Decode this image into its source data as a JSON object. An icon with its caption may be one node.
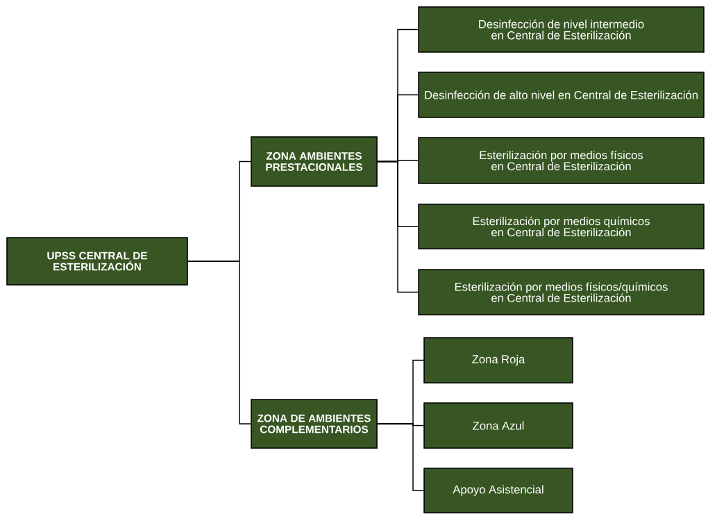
{
  "diagram": {
    "nodes": [
      {
        "text": [
          "UPSS CENTRAL DE ESTERILIZACIÓN"
        ]
      },
      {
        "text": [
          "ZONA AMBIENTES PRESTACIONALES"
        ]
      },
      {
        "text": [
          "ZONA DE AMBIENTES COMPLEMENTARIOS"
        ]
      },
      {
        "text": [
          "Desinfección de nivel intermedio en Central de Esterilización"
        ]
      },
      {
        "text": [
          "Desinfección de alto nivel en Central de Esterilización"
        ]
      },
      {
        "text": [
          "Esterilización por medios físicos en Central de Esterilización"
        ]
      },
      {
        "text": [
          "Esterilización por medios químicos en Central de Esterilización"
        ]
      },
      {
        "text": [
          "Esterilización por medios físicos/químicos en Central de Esterilización"
        ]
      },
      {
        "text": [
          "Zona Roja"
        ]
      },
      {
        "text": [
          "Zona Azul"
        ]
      },
      {
        "text": [
          "Apoyo Asistencial"
        ]
      }
    ],
    "edges": [
      {
        "from": 0,
        "to": 1,
        "arrow": "none"
      },
      {
        "from": 0,
        "to": 2,
        "arrow": "none"
      },
      {
        "from": 1,
        "to": 3,
        "arrow": "none"
      },
      {
        "from": 1,
        "to": 4,
        "arrow": "none"
      },
      {
        "from": 1,
        "to": 5,
        "arrow": "none"
      },
      {
        "from": 1,
        "to": 6,
        "arrow": "none"
      },
      {
        "from": 1,
        "to": 7,
        "arrow": "none"
      },
      {
        "from": 2,
        "to": 8,
        "arrow": "none"
      },
      {
        "from": 2,
        "to": 9,
        "arrow": "none"
      },
      {
        "from": 2,
        "to": 10,
        "arrow": "none"
      }
    ]
  }
}
